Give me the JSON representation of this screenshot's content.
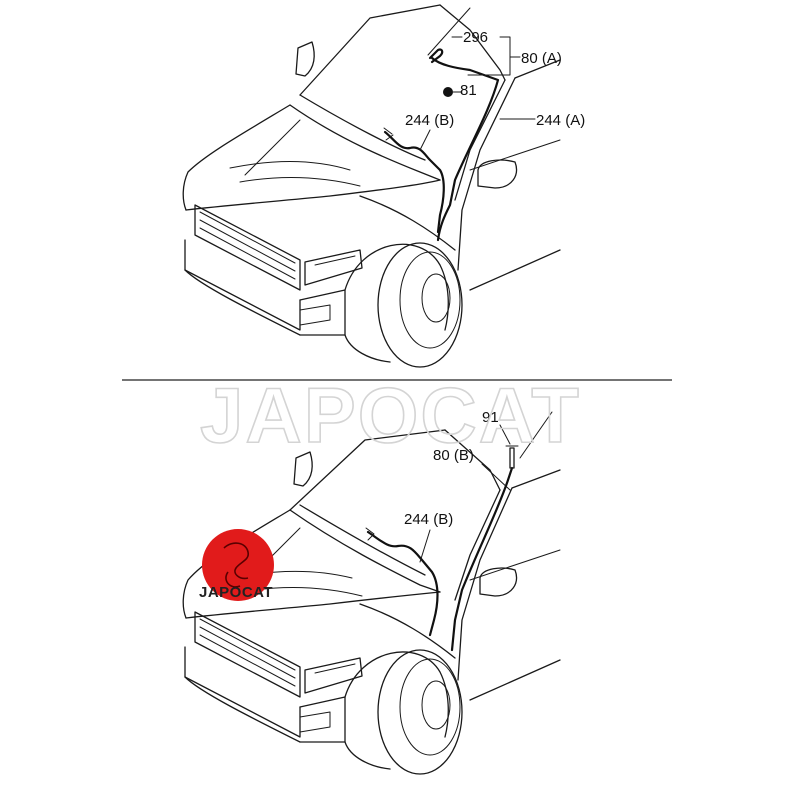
{
  "watermark": {
    "text": "JAPOCAT",
    "color": "#d4d4d4"
  },
  "logo": {
    "text": "JAPOCAT",
    "color": "#e11b1b"
  },
  "top_view": {
    "callouts": [
      {
        "id": "296",
        "label": "296"
      },
      {
        "id": "80a",
        "label": "80 (A)"
      },
      {
        "id": "81",
        "label": "81"
      },
      {
        "id": "244b",
        "label": "244 (B)"
      },
      {
        "id": "244a",
        "label": "244 (A)"
      }
    ]
  },
  "bottom_view": {
    "callouts": [
      {
        "id": "91",
        "label": "91"
      },
      {
        "id": "80b",
        "label": "80 (B)"
      },
      {
        "id": "244b",
        "label": "244 (B)"
      }
    ]
  },
  "icons": [
    "car-front-outline",
    "wire-harness",
    "separator-line",
    "japocat-logo-badge"
  ]
}
